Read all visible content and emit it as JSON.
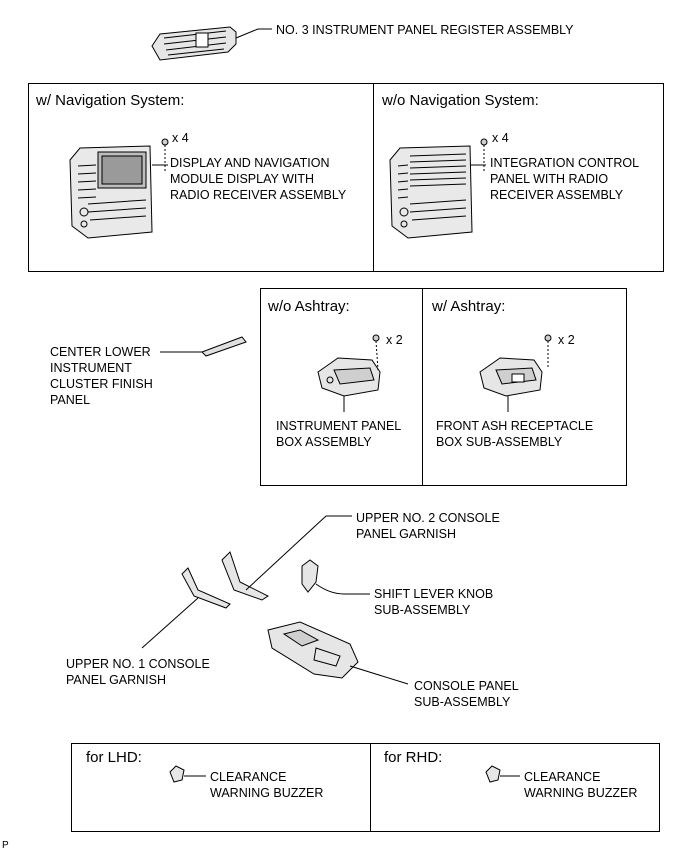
{
  "register": {
    "label": "NO. 3 INSTRUMENT PANEL REGISTER ASSEMBLY"
  },
  "nav_section": {
    "with_nav": {
      "heading": "w/ Navigation System:",
      "qty": "x 4",
      "label": "DISPLAY AND NAVIGATION\nMODULE DISPLAY WITH\nRADIO RECEIVER ASSEMBLY"
    },
    "without_nav": {
      "heading": "w/o Navigation System:",
      "qty": "x 4",
      "label": "INTEGRATION CONTROL\nPANEL WITH RADIO\nRECEIVER ASSEMBLY"
    }
  },
  "finish_panel": {
    "label": "CENTER LOWER\nINSTRUMENT\nCLUSTER FINISH\nPANEL"
  },
  "ashtray_section": {
    "without_ashtray": {
      "heading": "w/o Ashtray:",
      "qty": "x 2",
      "label": "INSTRUMENT PANEL\nBOX ASSEMBLY"
    },
    "with_ashtray": {
      "heading": "w/ Ashtray:",
      "qty": "x 2",
      "label": "FRONT ASH RECEPTACLE\nBOX SUB-ASSEMBLY"
    }
  },
  "console_parts": {
    "upper_no2": "UPPER NO. 2 CONSOLE\nPANEL GARNISH",
    "shift_knob": "SHIFT LEVER KNOB\nSUB-ASSEMBLY",
    "upper_no1": "UPPER NO. 1 CONSOLE\nPANEL GARNISH",
    "console_panel": "CONSOLE PANEL\nSUB-ASSEMBLY"
  },
  "buzzer_section": {
    "lhd": {
      "heading": "for LHD:",
      "label": "CLEARANCE\nWARNING BUZZER"
    },
    "rhd": {
      "heading": "for RHD:",
      "label": "CLEARANCE\nWARNING BUZZER"
    }
  },
  "figure_code": "P"
}
